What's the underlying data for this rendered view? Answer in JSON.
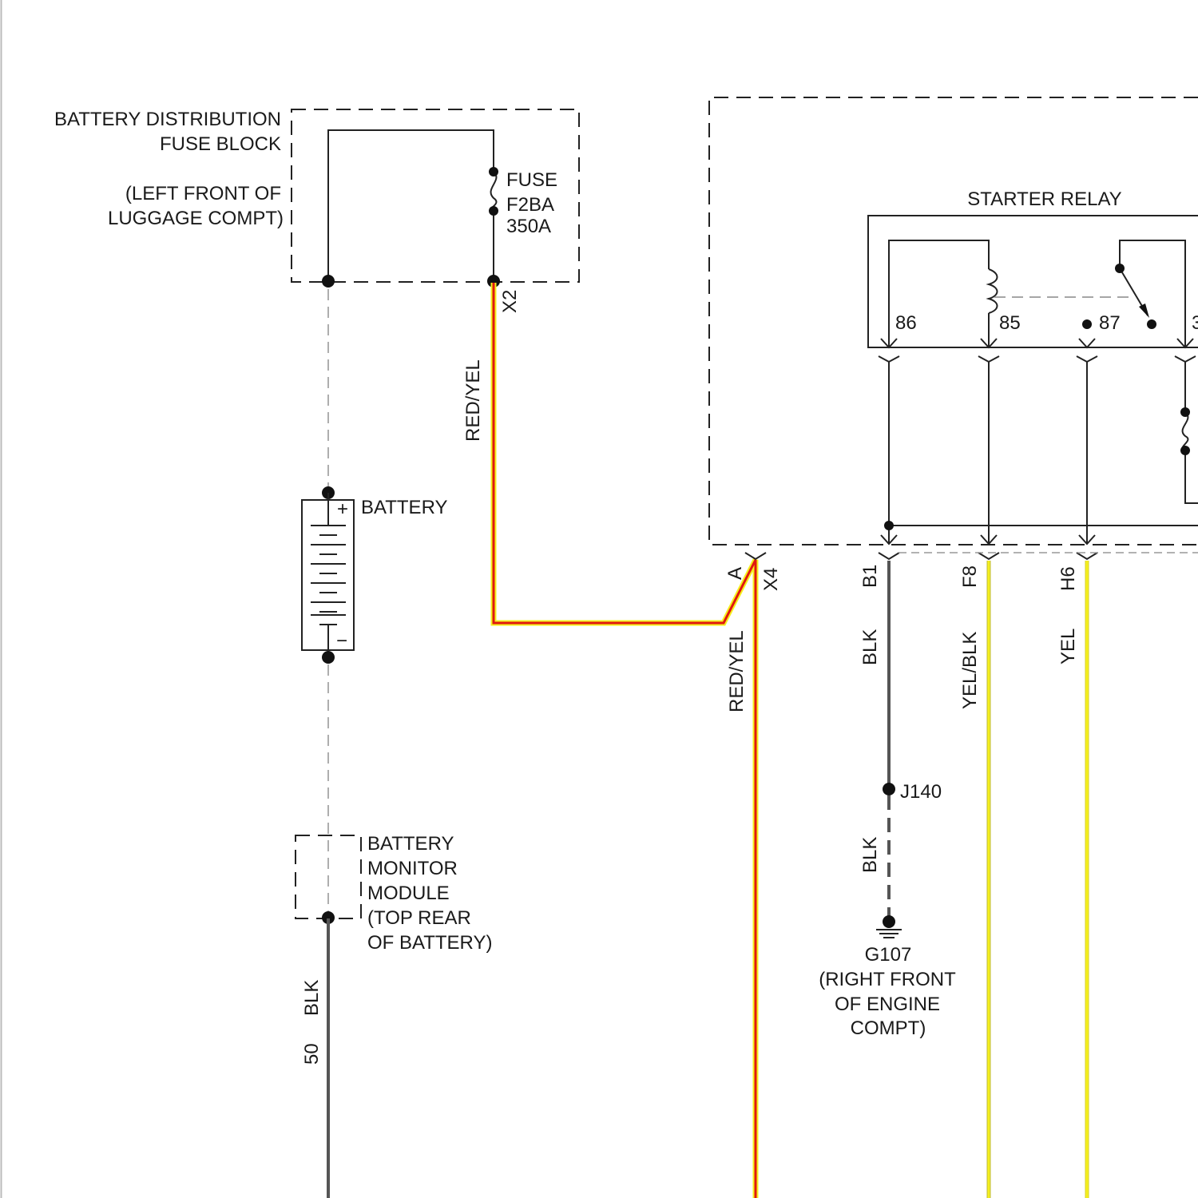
{
  "colors": {
    "red": "#e0180f",
    "yellow": "#f5f01e",
    "black_wire": "#555555",
    "outline": "#222222"
  },
  "fuse_block": {
    "title_line1": "BATTERY DISTRIBUTION",
    "title_line2": "FUSE BLOCK",
    "location_line1": "(LEFT FRONT OF",
    "location_line2": "LUGGAGE COMPT)",
    "fuse_line1": "FUSE",
    "fuse_line2": "F2BA",
    "fuse_line3": "350A",
    "connector": "X2"
  },
  "battery": {
    "label": "BATTERY",
    "plus": "+",
    "minus": "−"
  },
  "battery_monitor": {
    "line1": "BATTERY",
    "line2": "MONITOR",
    "line3": "MODULE",
    "line4": "(TOP REAR",
    "line5": "OF BATTERY)"
  },
  "wires": {
    "fuse_out_color": "RED/YEL",
    "relay_feed_color": "RED/YEL",
    "battery_neg_color": "BLK",
    "battery_neg_circuit": "50",
    "b1_color": "BLK",
    "ground_color": "BLK",
    "f8_color": "YEL/BLK",
    "h6_color": "YEL"
  },
  "relay": {
    "title": "STARTER RELAY",
    "pin86": "86",
    "pin85": "85",
    "pin87": "87",
    "pin30": "3"
  },
  "connectors": {
    "pin_a": "A",
    "x4": "X4",
    "b1": "B1",
    "f8": "F8",
    "h6": "H6"
  },
  "splice": "J140",
  "ground": {
    "id": "G107",
    "line1": "(RIGHT FRONT",
    "line2": "OF ENGINE",
    "line3": "COMPT)"
  }
}
